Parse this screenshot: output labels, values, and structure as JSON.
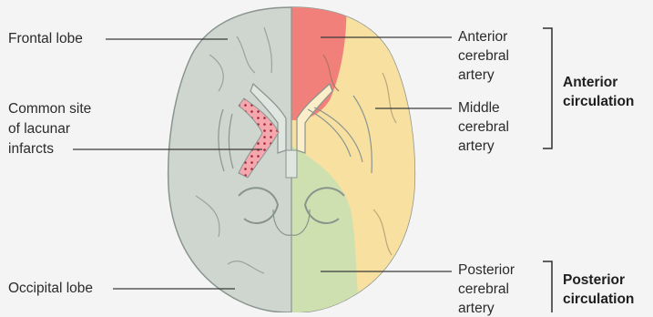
{
  "labels": {
    "frontal_lobe": "Frontal lobe",
    "lacunar_1": "Common site",
    "lacunar_2": "of lacunar",
    "lacunar_3": "infarcts",
    "occipital_lobe": "Occipital lobe",
    "aca_1": "Anterior",
    "aca_2": "cerebral",
    "aca_3": "artery",
    "mca_1": "Middle",
    "mca_2": "cerebral",
    "mca_3": "artery",
    "pca_1": "Posterior",
    "pca_2": "cerebral",
    "pca_3": "artery",
    "anterior_circ_1": "Anterior",
    "anterior_circ_2": "circulation",
    "posterior_circ_1": "Posterior",
    "posterior_circ_2": "circulation"
  },
  "colors": {
    "background": "#f3f4f3",
    "brain_left": "#cfd6d0",
    "anterior_cerebral": "#f2807a",
    "middle_cerebral": "#f8e0a0",
    "posterior_cerebral": "#cfe0b0",
    "lacunar": "#f4a0a8",
    "outline": "#7f8a84"
  }
}
